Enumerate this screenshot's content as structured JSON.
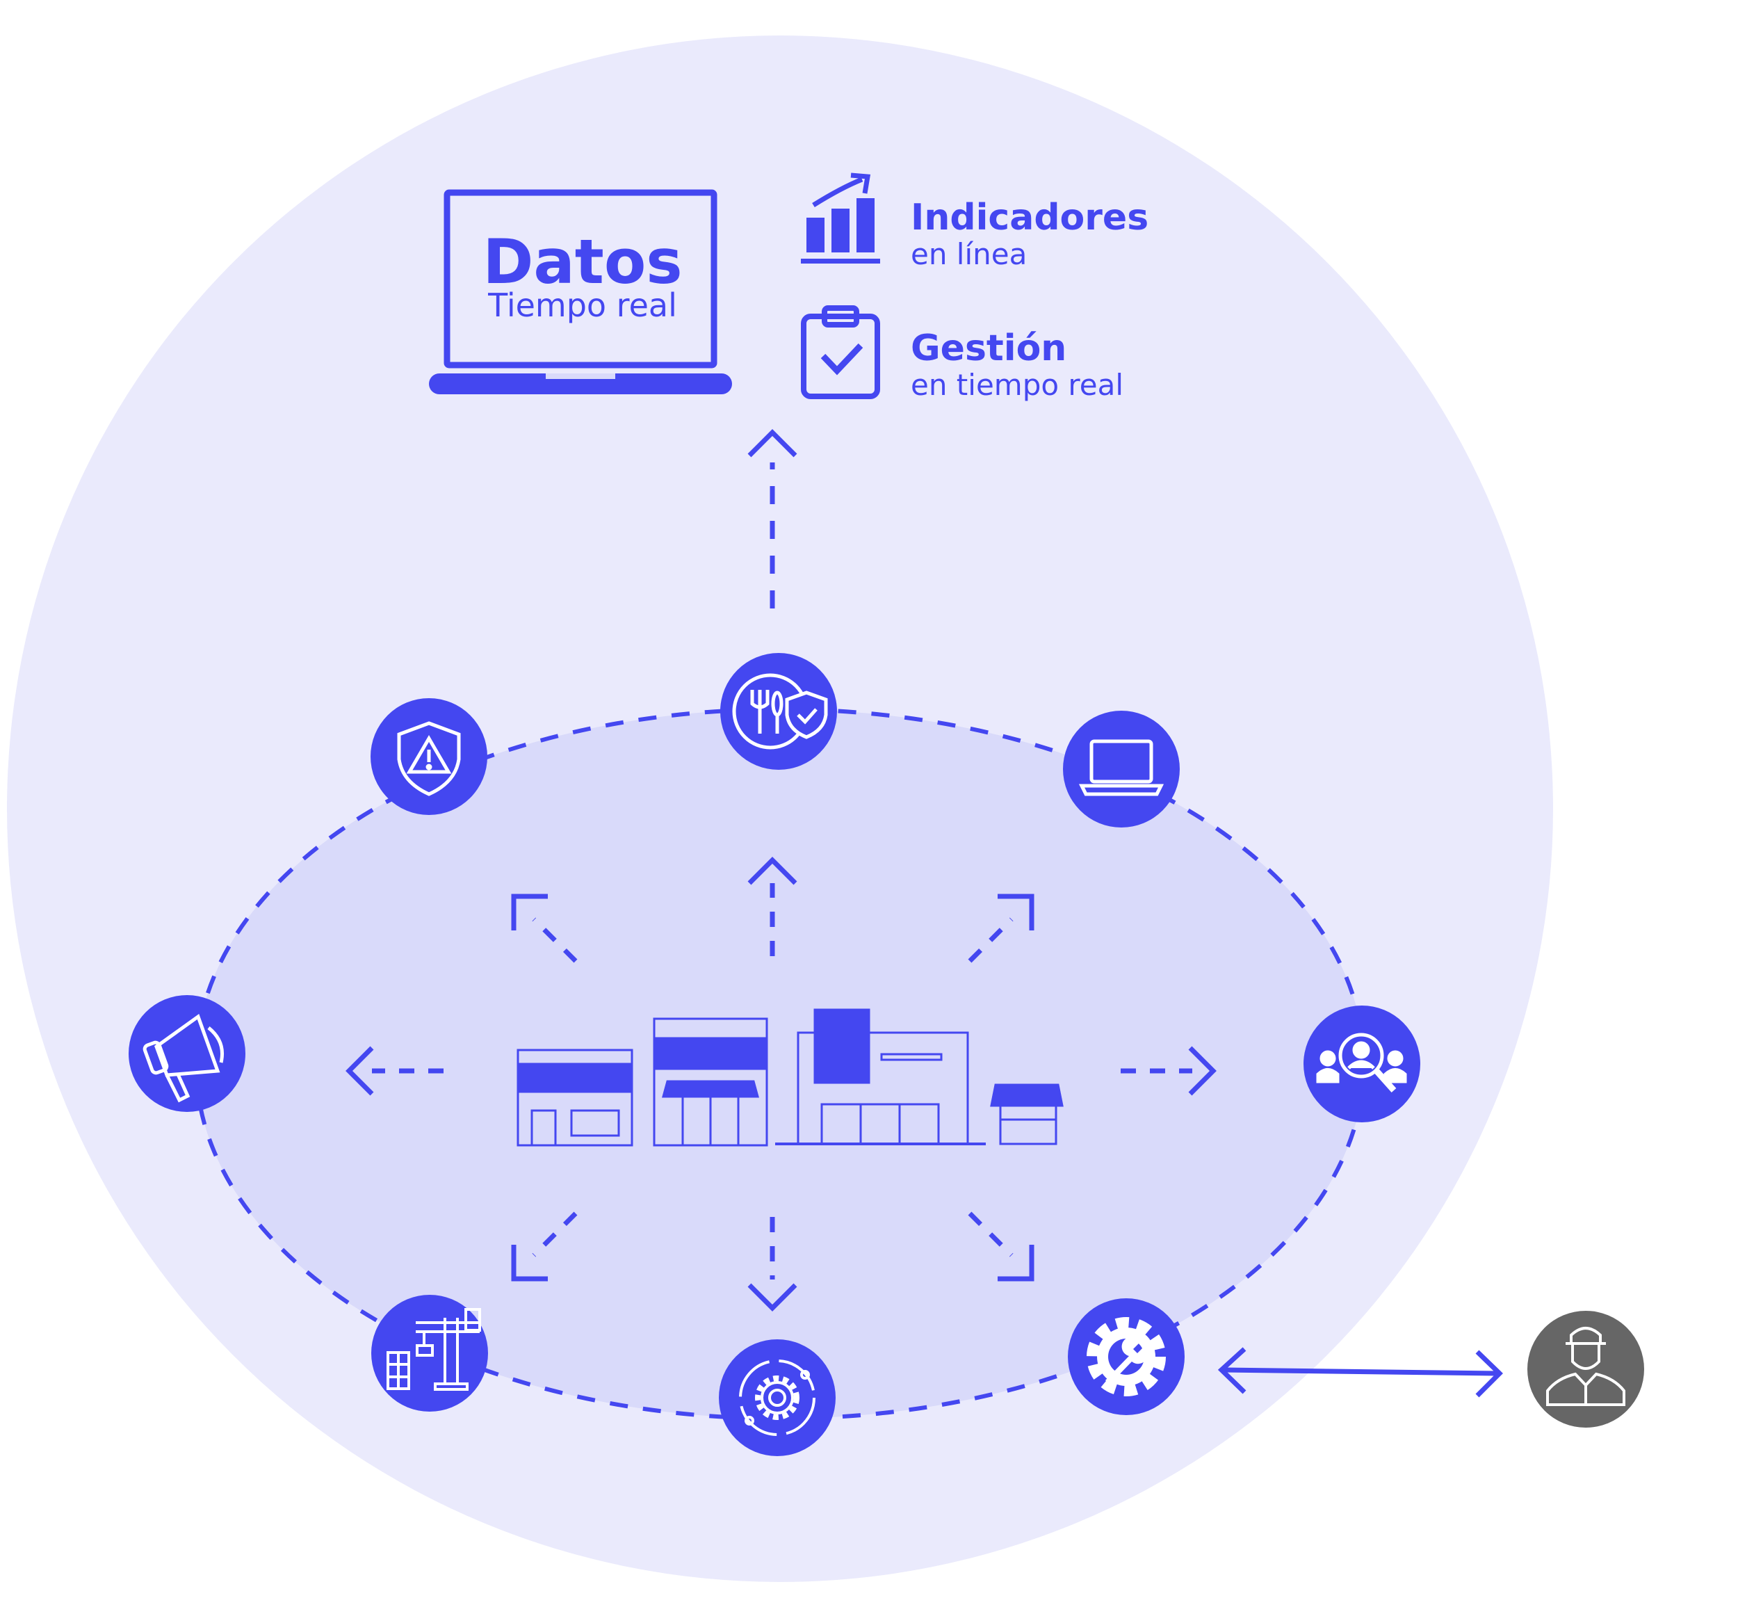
{
  "colors": {
    "outer_circle": "#eaeafc",
    "inner_ellipse": "#d9dafa",
    "accent": "#4447f0",
    "person_node": "#666666",
    "icon_stroke": "#ffffff"
  },
  "header": {
    "laptop_title": "Datos",
    "laptop_subtitle": "Tiempo real",
    "indicators_title": "Indicadores",
    "indicators_subtitle": "en línea",
    "management_title": "Gestión",
    "management_subtitle": "en tiempo real"
  },
  "nodes": [
    {
      "id": "food-safety",
      "icon": "food-safety-icon"
    },
    {
      "id": "laptop",
      "icon": "laptop-icon"
    },
    {
      "id": "people-search",
      "icon": "people-search-icon"
    },
    {
      "id": "maintenance",
      "icon": "gear-wrench-icon"
    },
    {
      "id": "process",
      "icon": "gear-cycle-icon"
    },
    {
      "id": "construction",
      "icon": "construction-crane-icon"
    },
    {
      "id": "marketing",
      "icon": "megaphone-icon"
    },
    {
      "id": "risk",
      "icon": "shield-warning-icon"
    }
  ],
  "center": {
    "icon": "storefronts-icon"
  },
  "external": {
    "icon": "technician-icon"
  }
}
